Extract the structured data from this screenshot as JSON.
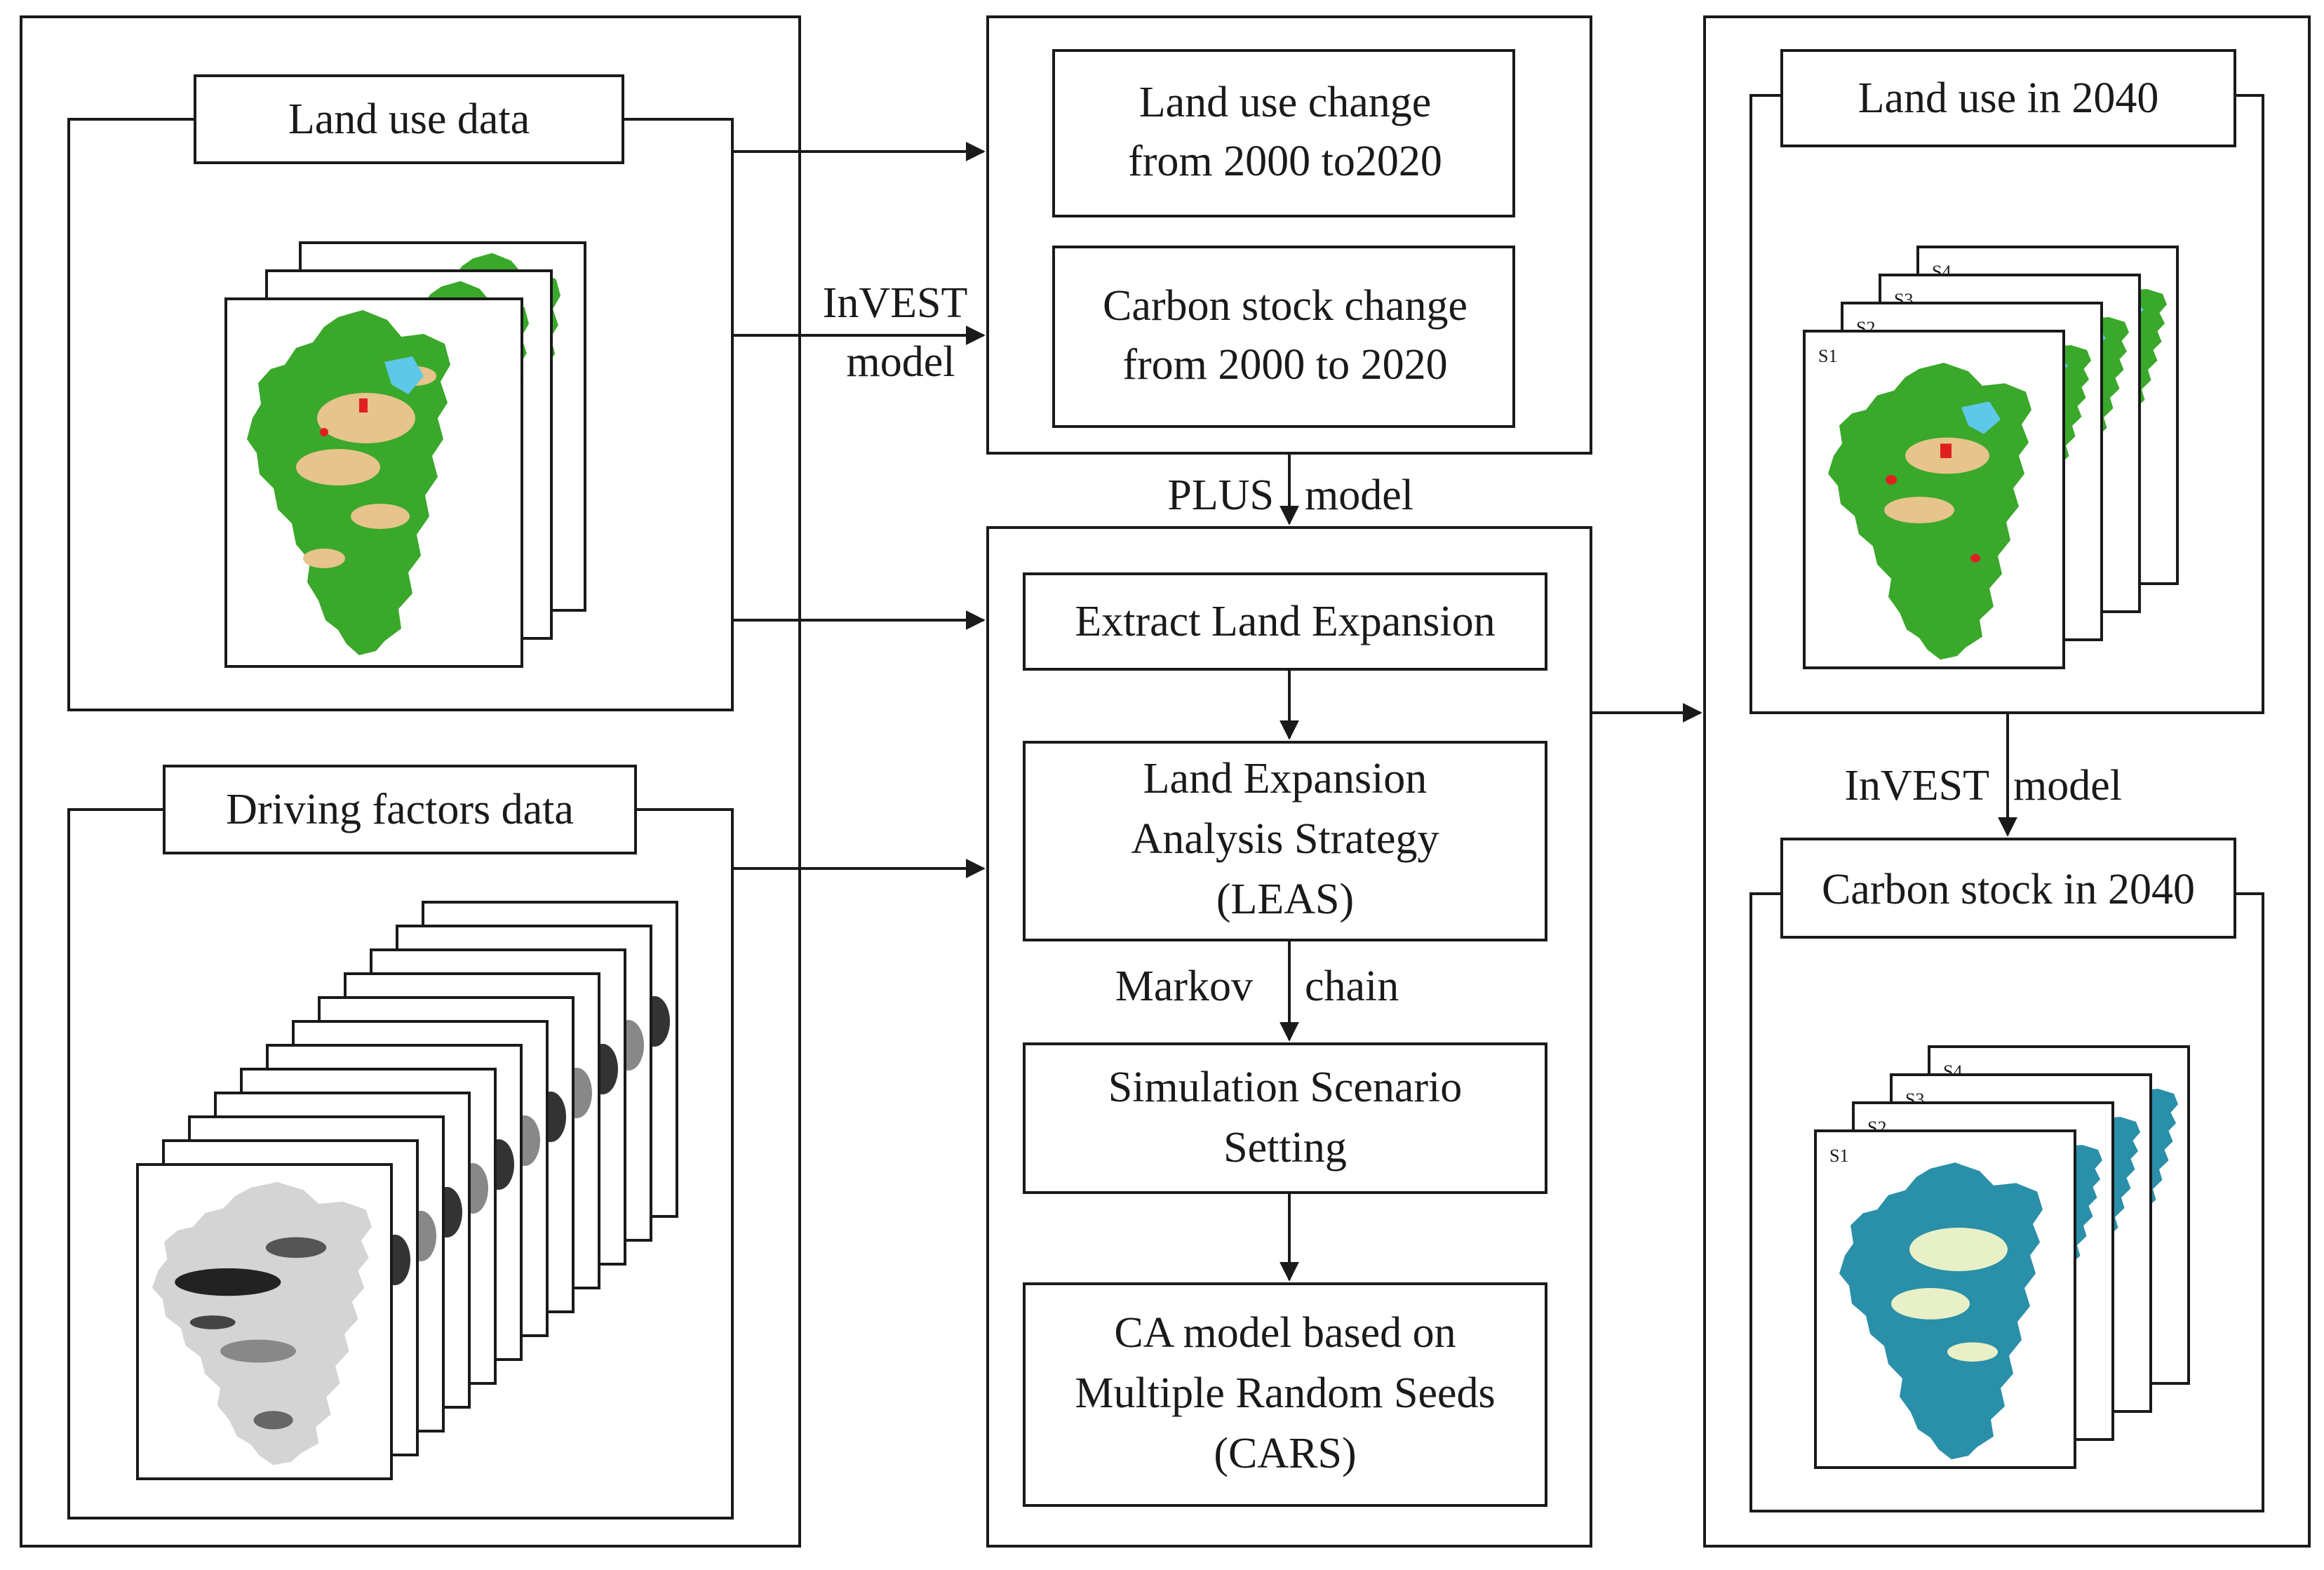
{
  "left_panel": {
    "land_use_title": "Land use data",
    "driving_title": "Driving factors data"
  },
  "middle_top": {
    "box1_line1": "Land use change",
    "box1_line2": "from  2000 to2020",
    "box2_line1": "Carbon stock change",
    "box2_line2": "from 2000 to 2020"
  },
  "arrow_labels": {
    "invest1_line1": "InVEST",
    "invest1_line2": "model",
    "plus_a": "PLUS",
    "plus_b": "model",
    "markov_a": "Markov",
    "markov_b": "chain",
    "invest2_a": "InVEST",
    "invest2_b": "model"
  },
  "middle_main": {
    "extract": "Extract Land Expansion",
    "leas_line1": "Land Expansion",
    "leas_line2": "Analysis Strategy",
    "leas_line3": "(LEAS)",
    "sim_line1": "Simulation Scenario",
    "sim_line2": "Setting",
    "cars_line1": "CA model based on",
    "cars_line2": "Multiple Random Seeds",
    "cars_line3": "(CARS)"
  },
  "right_panel": {
    "land_use_2040": "Land use in 2040",
    "carbon_2040": "Carbon stock in 2040",
    "scenarios": [
      "S1",
      "S2",
      "S3",
      "S4"
    ]
  },
  "colors": {
    "stroke": "#1a1a1a",
    "forest_green": "#3aa82a",
    "cropland_tan": "#e6c48c",
    "water_blue": "#5ec8e8",
    "built_red": "#e02020",
    "carbon_teal": "#2a8fa8",
    "carbon_light": "#e8f0c8"
  }
}
